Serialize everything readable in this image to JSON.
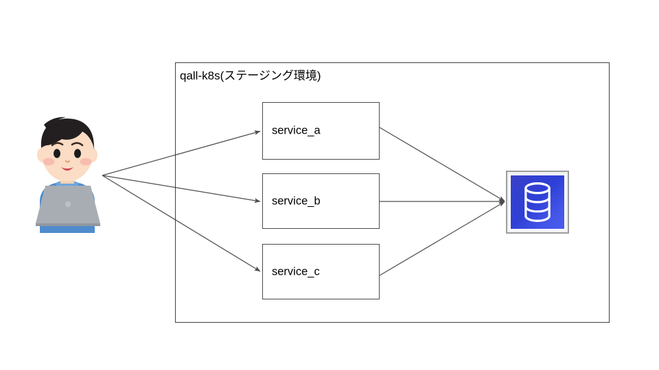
{
  "diagram": {
    "type": "architecture-flow",
    "background_color": "#ffffff",
    "cluster": {
      "title": "qall-k8s(ステージング環境)",
      "border_color": "#3f3f3f"
    },
    "services": [
      {
        "id": "service_a",
        "label": "service_a"
      },
      {
        "id": "service_b",
        "label": "service_b"
      },
      {
        "id": "service_c",
        "label": "service_c"
      }
    ],
    "actor": {
      "name": "user-with-laptop",
      "icon": "person-laptop-icon",
      "hair_color": "#231f20",
      "skin_color": "#fbdcc4",
      "shirt_color": "#4f8ccc",
      "laptop_color": "#a8adb4"
    },
    "datastore": {
      "name": "database",
      "icon": "database-cylinder-icon",
      "frame_color": "#9d9d9d",
      "fill_gradient_start": "#3c40c6",
      "fill_gradient_end": "#4a5cee",
      "cylinder_color": "#ffffff"
    },
    "edges": [
      {
        "from": "user-with-laptop",
        "to": "service_a",
        "style": "arrow"
      },
      {
        "from": "user-with-laptop",
        "to": "service_b",
        "style": "arrow"
      },
      {
        "from": "user-with-laptop",
        "to": "service_c",
        "style": "arrow"
      },
      {
        "from": "service_a",
        "to": "database",
        "style": "arrow"
      },
      {
        "from": "service_b",
        "to": "database",
        "style": "arrow"
      },
      {
        "from": "service_c",
        "to": "database",
        "style": "arrow"
      }
    ],
    "edge_color": "#4d4d4d"
  }
}
